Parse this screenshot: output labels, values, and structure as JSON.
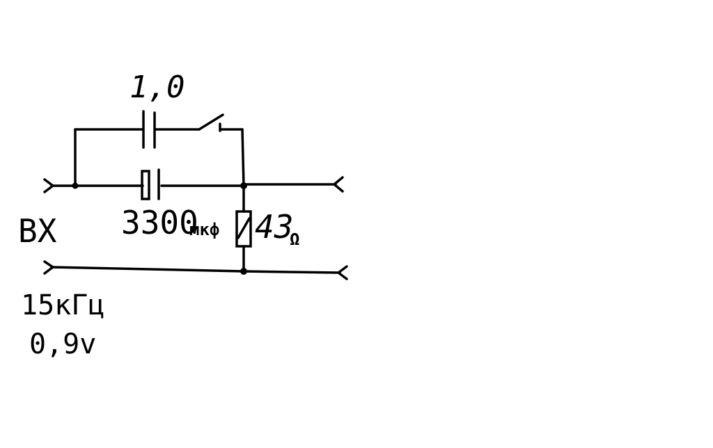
{
  "diagram": {
    "capacitor_top": {
      "value_label": "1,0"
    },
    "capacitor_main": {
      "value_label": "3300",
      "unit_label": "мкф"
    },
    "resistor": {
      "value_label": "43",
      "unit_label": "Ω"
    },
    "input": {
      "label": "ВХ"
    },
    "signal": {
      "frequency_label": "15кГц",
      "voltage_label": "0,9v"
    }
  },
  "colors": {
    "ink": "#000000",
    "background": "#ffffff"
  },
  "icons": {
    "capacitor": "capacitor-symbol",
    "electrolytic_capacitor": "polarized-capacitor-symbol",
    "switch": "switch-symbol",
    "resistor": "resistor-symbol",
    "terminal": "terminal-arrow"
  }
}
